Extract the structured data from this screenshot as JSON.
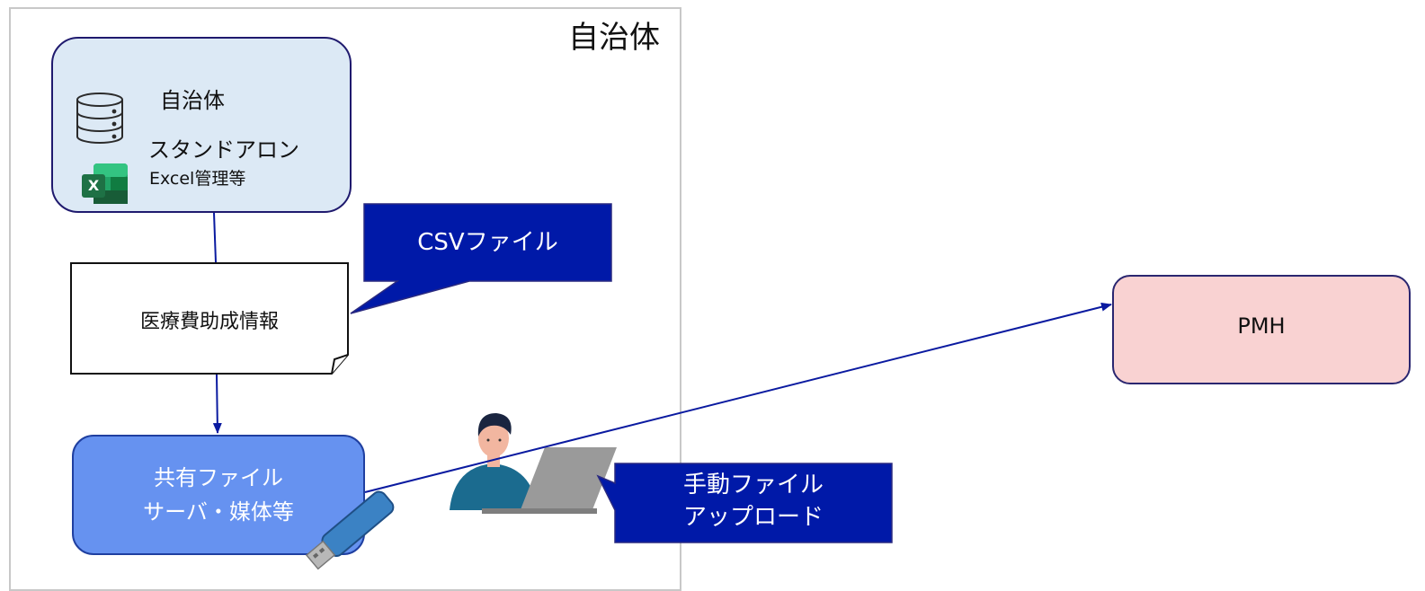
{
  "zone": {
    "label": "自治体"
  },
  "source": {
    "title": "自治体",
    "line1": "スタンドアロン",
    "line2": "Excel管理等",
    "excel_badge": "X"
  },
  "callouts": {
    "csv": "CSVファイル",
    "manual_line1": "手動ファイル",
    "manual_line2": "アップロード"
  },
  "document": {
    "label": "医療費助成情報"
  },
  "shared": {
    "line1": "共有ファイル",
    "line2": "サーバ・媒体等"
  },
  "target": {
    "label": "PMH"
  },
  "colors": {
    "callout_fill": "#0019a8",
    "arrow": "#0a1aa0",
    "source_fill": "#dce9f5",
    "shared_fill": "#6692f0",
    "target_fill": "#f9d2d2",
    "excel_green": "#1e7145"
  }
}
